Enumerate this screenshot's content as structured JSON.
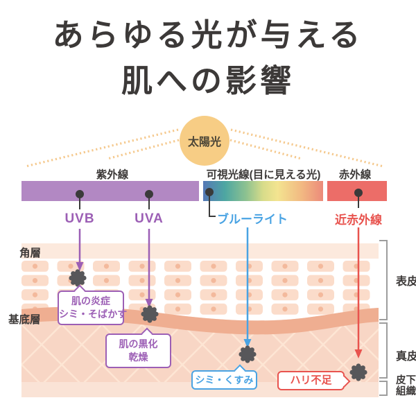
{
  "title": {
    "line1": "あらゆる光が与える",
    "line2": "肌への影響"
  },
  "sun": {
    "label": "太陽光"
  },
  "spectrum_bars": {
    "uv_label": "紫外線",
    "visible_label": "可視光線(目に見える光)",
    "infrared_label": "赤外線"
  },
  "light_types": {
    "uvb": "UVB",
    "uva": "UVA",
    "blue_light": "ブルーライト",
    "near_infrared": "近赤外線"
  },
  "skin_layers": {
    "stratum_corneum": "角層",
    "basal_layer": "基底層",
    "epidermis": "表皮",
    "dermis": "真皮",
    "subcutaneous_line1": "皮下",
    "subcutaneous_line2": "組織"
  },
  "effects": {
    "uvb_line1": "肌の炎症",
    "uvb_line2": "シミ・そばかす",
    "uva_line1": "肌の黒化",
    "uva_line2": "乾燥",
    "blue_light": "シミ・くすみ",
    "near_infrared": "ハリ不足"
  },
  "colors": {
    "text_dark": "#3c3938",
    "purple_accent": "#9c5fb5",
    "purple_bar": "#b288c3",
    "blue_accent": "#49a3e3",
    "red_accent": "#e8534e",
    "infrared_bar": "#ec6d68",
    "sun": "#f7cd85",
    "ray": "#f5c98e",
    "blob": "#57575a",
    "skin_top_band": "#fce9dd",
    "skin_cell": "#fbdcca",
    "basal_wave": "#efae91",
    "dermis": "#f8d6c5",
    "subcutaneous": "#fae3d6"
  }
}
